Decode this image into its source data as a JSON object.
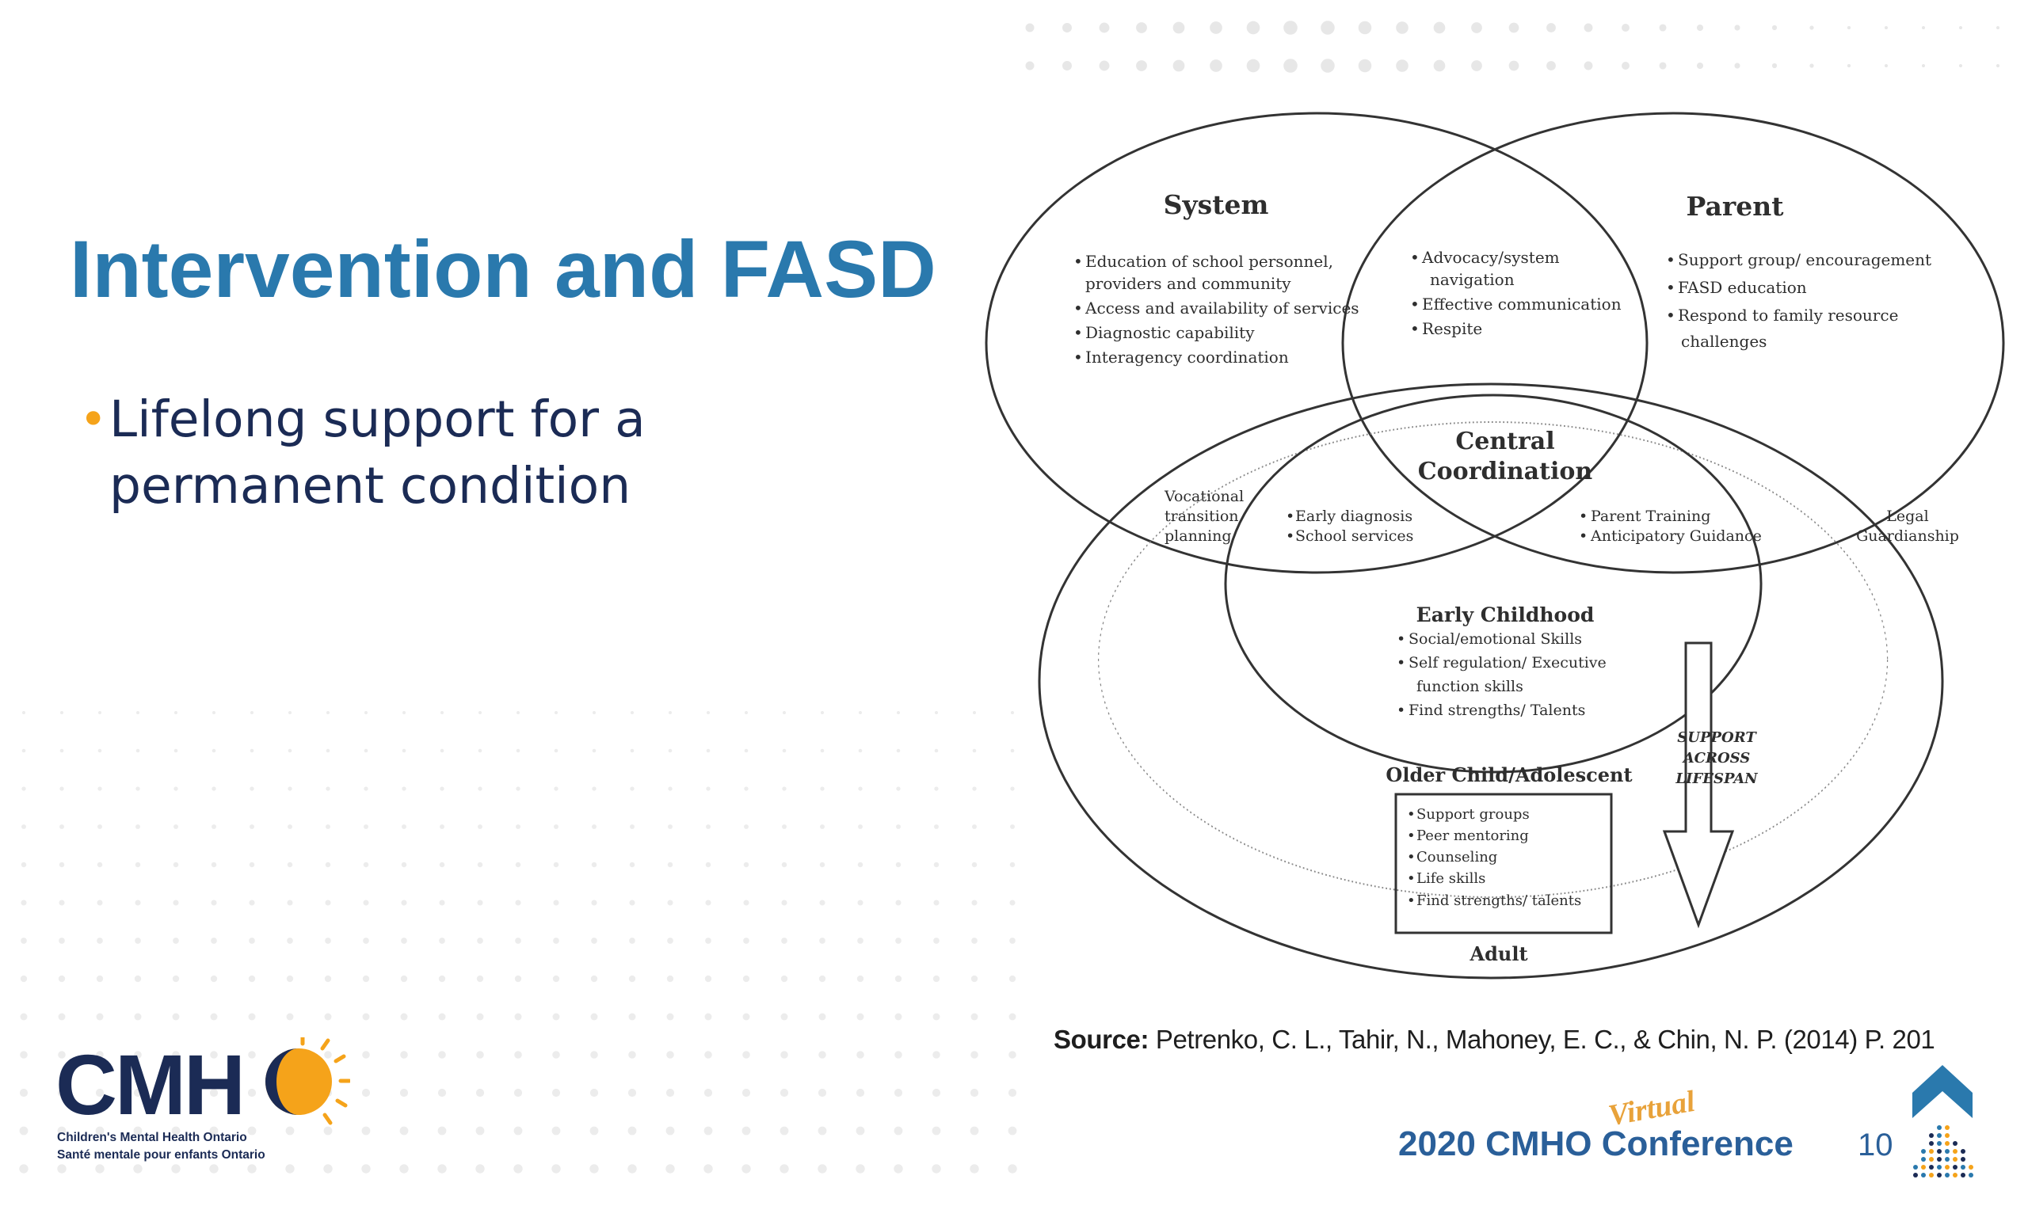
{
  "slide": {
    "title": "Intervention and FASD",
    "bullet": "Lifelong support for a permanent condition",
    "source_label": "Source:",
    "source_text": "Petrenko, C. L., Tahir, N., Mahoney, E. C., & Chin, N. P. (2014) P. 201",
    "page_number": "10"
  },
  "diagram": {
    "system": {
      "title": "System",
      "items": [
        "Education of school personnel,",
        "providers and community",
        "Access and availability of services",
        "Diagnostic capability",
        "Interagency coordination"
      ]
    },
    "parent": {
      "title": "Parent",
      "items": [
        "Support group/ encouragement",
        "FASD education",
        "Respond to family resource",
        "challenges"
      ]
    },
    "system_parent": {
      "items": [
        "Advocacy/system",
        "navigation",
        "Effective communication",
        "Respite"
      ]
    },
    "central": {
      "line1": "Central",
      "line2": "Coordination"
    },
    "vocational": [
      "Vocational",
      "transition",
      "planning"
    ],
    "system_child": [
      "Early diagnosis",
      "School services"
    ],
    "parent_child": [
      "Parent Training",
      "Anticipatory Guidance"
    ],
    "legal": [
      "Legal",
      "Guardianship"
    ],
    "early_childhood": {
      "title": "Early Childhood",
      "items": [
        "Social/emotional Skills",
        "Self regulation/ Executive",
        "function skills",
        "Find strengths/ Talents"
      ]
    },
    "older_child": {
      "title": "Older Child/Adolescent",
      "items": [
        "Support groups",
        "Peer mentoring",
        "Counseling",
        "Life skills",
        "Find strengths/ talents"
      ]
    },
    "adult_label": "Adult",
    "arrow_text": [
      "SUPPORT",
      "ACROSS",
      "LIFESPAN"
    ]
  },
  "logo": {
    "text": "CMH",
    "subtitle_en": "Children's Mental Health Ontario",
    "subtitle_fr": "Santé mentale pour enfants Ontario"
  },
  "conference": {
    "label": "2020 CMHO Conference",
    "virtual": "Virtual"
  },
  "colors": {
    "title": "#2a79ad",
    "bullet_text": "#1b2b55",
    "bullet_dot": "#f5a31a",
    "conference": "#2a5f99",
    "accent_orange": "#f5a31a"
  }
}
